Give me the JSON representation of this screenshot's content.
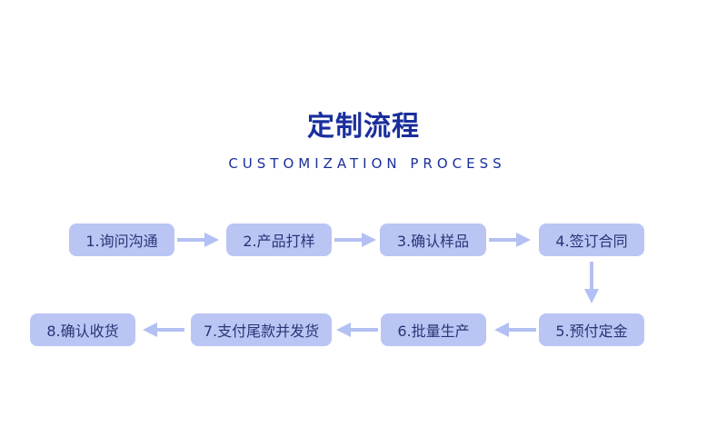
{
  "header": {
    "title": "定制流程",
    "subtitle": "CUSTOMIZATION PROCESS"
  },
  "colors": {
    "title": "#1a2f9c",
    "box_fill": "#bac5f4",
    "box_text": "#2b3475",
    "arrow": "#b3c0f3"
  },
  "steps": [
    {
      "label": "1.询问沟通"
    },
    {
      "label": "2.产品打样"
    },
    {
      "label": "3.确认样品"
    },
    {
      "label": "4.签订合同"
    },
    {
      "label": "5.预付定金"
    },
    {
      "label": "6.批量生产"
    },
    {
      "label": "7.支付尾款并发货"
    },
    {
      "label": "8.确认收货"
    }
  ],
  "arrows": [
    {
      "from": "1",
      "to": "2",
      "direction": "right"
    },
    {
      "from": "2",
      "to": "3",
      "direction": "right"
    },
    {
      "from": "3",
      "to": "4",
      "direction": "right"
    },
    {
      "from": "4",
      "to": "5",
      "direction": "down"
    },
    {
      "from": "5",
      "to": "6",
      "direction": "left"
    },
    {
      "from": "6",
      "to": "7",
      "direction": "left"
    },
    {
      "from": "7",
      "to": "8",
      "direction": "left"
    }
  ]
}
